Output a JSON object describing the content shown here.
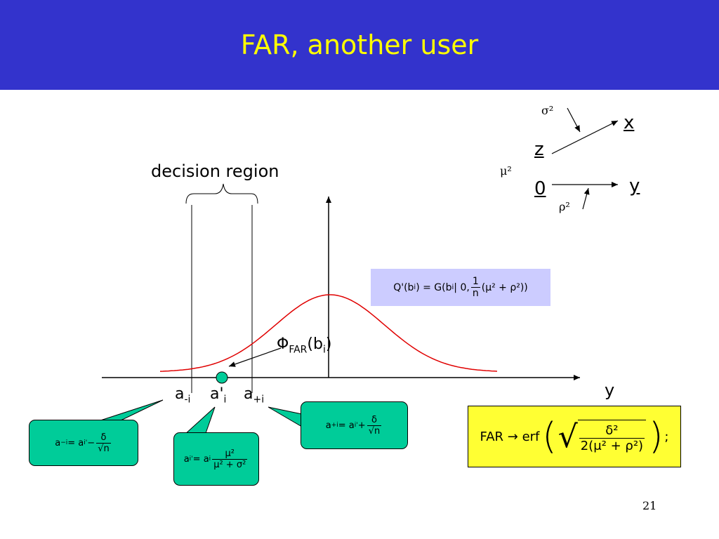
{
  "title": "FAR, another user",
  "labels": {
    "decision_region": "decision region",
    "sigma2": "σ²",
    "x": "x",
    "z": "z",
    "mu2": "μ²",
    "zero": "0",
    "y_top": "y",
    "rho2": "ρ²",
    "y_axis": "y",
    "a_minus_base": "a",
    "a_minus_sub": "-i",
    "a_prime_base": "a'",
    "a_prime_sub": "i",
    "a_plus_base": "a",
    "a_plus_sub": "+i",
    "phi_base": "Φ",
    "phi_sub": "FAR",
    "phi_arg": "(b",
    "phi_arg_sub": "i",
    "phi_close": ")",
    "page_number": "21"
  },
  "q_formula": {
    "lhs": "Q'(b",
    "lhs_sub": "i",
    "mid": ") = G(b",
    "mid_sub": "i",
    "rest": " | 0, ",
    "num": "1",
    "den": "n",
    "tail": "(μ² + ρ²))"
  },
  "far_formula": {
    "lhs": "FAR → erf",
    "num": "δ²",
    "den": "2(μ² + ρ²)",
    "end": ";"
  },
  "bubble_left": {
    "lhs": "a",
    "lhs_sub": "−i",
    "eq": " = a",
    "eq_sub": "i",
    "eq_sup": "'",
    "minus": " − ",
    "num": "δ",
    "den": "√n"
  },
  "bubble_mid": {
    "lhs": "a",
    "lhs_sub": "i",
    "lhs_sup": "'",
    "eq": " = a",
    "eq_sub": "i",
    "num": "μ²",
    "den": "μ² + σ²"
  },
  "bubble_right": {
    "lhs": "a",
    "lhs_sub": "+i",
    "eq": " = a",
    "eq_sub": "i",
    "eq_sup": "'",
    "plus": " + ",
    "num": "δ",
    "den": "√n"
  },
  "colors": {
    "header_bg": "#3333cc",
    "title": "#ffff00",
    "curve": "#e00000",
    "q_box_bg": "#ccccff",
    "far_box_bg": "#ffff33",
    "bubble_bg": "#00cc99",
    "dot": "#00cc99"
  }
}
